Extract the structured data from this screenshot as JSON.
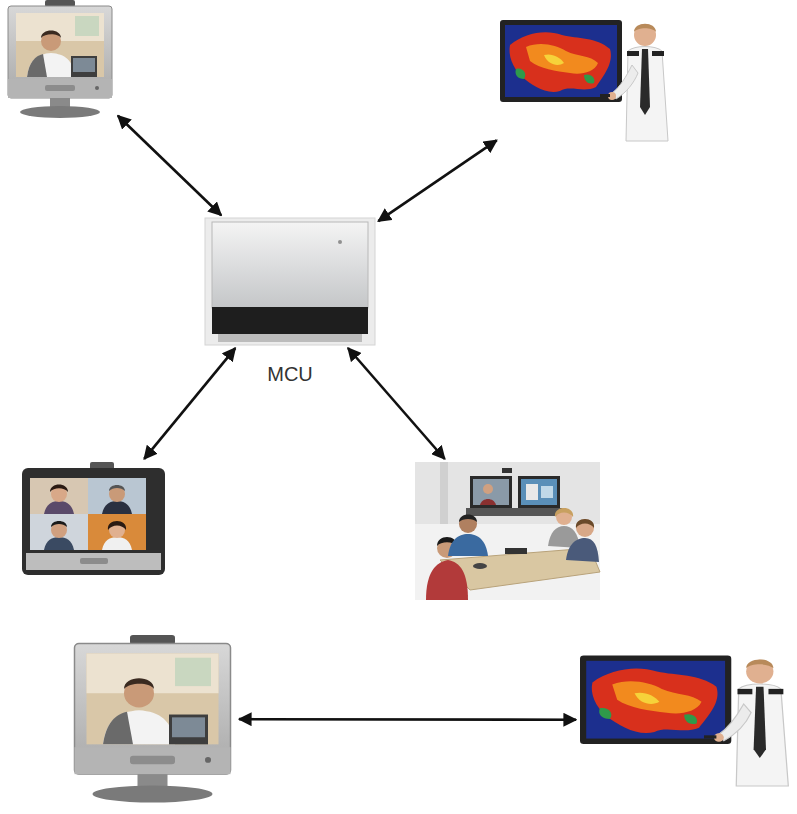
{
  "diagram": {
    "nodes": [
      {},
      {},
      {
        "text": [
          "MCU"
        ]
      },
      {},
      {},
      {},
      {}
    ],
    "edges": [
      {
        "from": 0,
        "to": 2,
        "arrow": "both"
      },
      {
        "from": 1,
        "to": 2,
        "arrow": "both"
      },
      {
        "from": 3,
        "to": 2,
        "arrow": "both"
      },
      {
        "from": 4,
        "to": 2,
        "arrow": "both"
      },
      {
        "from": 5,
        "to": 6,
        "arrow": "both"
      }
    ]
  }
}
